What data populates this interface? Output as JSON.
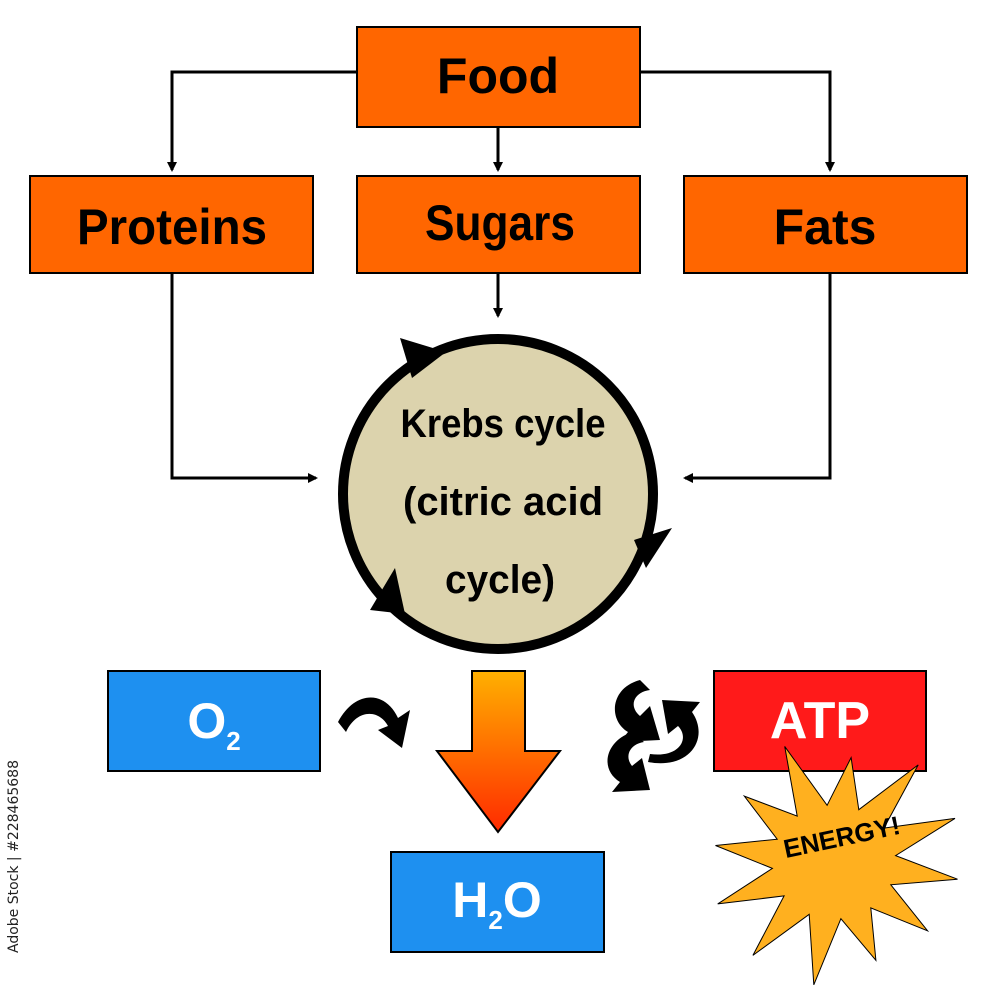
{
  "food": "Food",
  "proteins": "Proteins",
  "sugars": "Sugars",
  "fats": "Fats",
  "krebs": {
    "line1": "Krebs cycle",
    "line2": "(citric acid",
    "line3": "cycle)"
  },
  "oxygen": {
    "base": "O",
    "sub": "2"
  },
  "water": {
    "base1": "H",
    "sub": "2",
    "base2": "O"
  },
  "atp": "ATP",
  "energy": "ENERGY!",
  "watermark": "Adobe Stock | #228465688",
  "colors": {
    "orange_box": "#ff6600",
    "krebs_fill": "#dcd3ad",
    "blue_box": "#1e90f0",
    "red_box": "#ff1a1a",
    "star": "#ffb01f"
  }
}
